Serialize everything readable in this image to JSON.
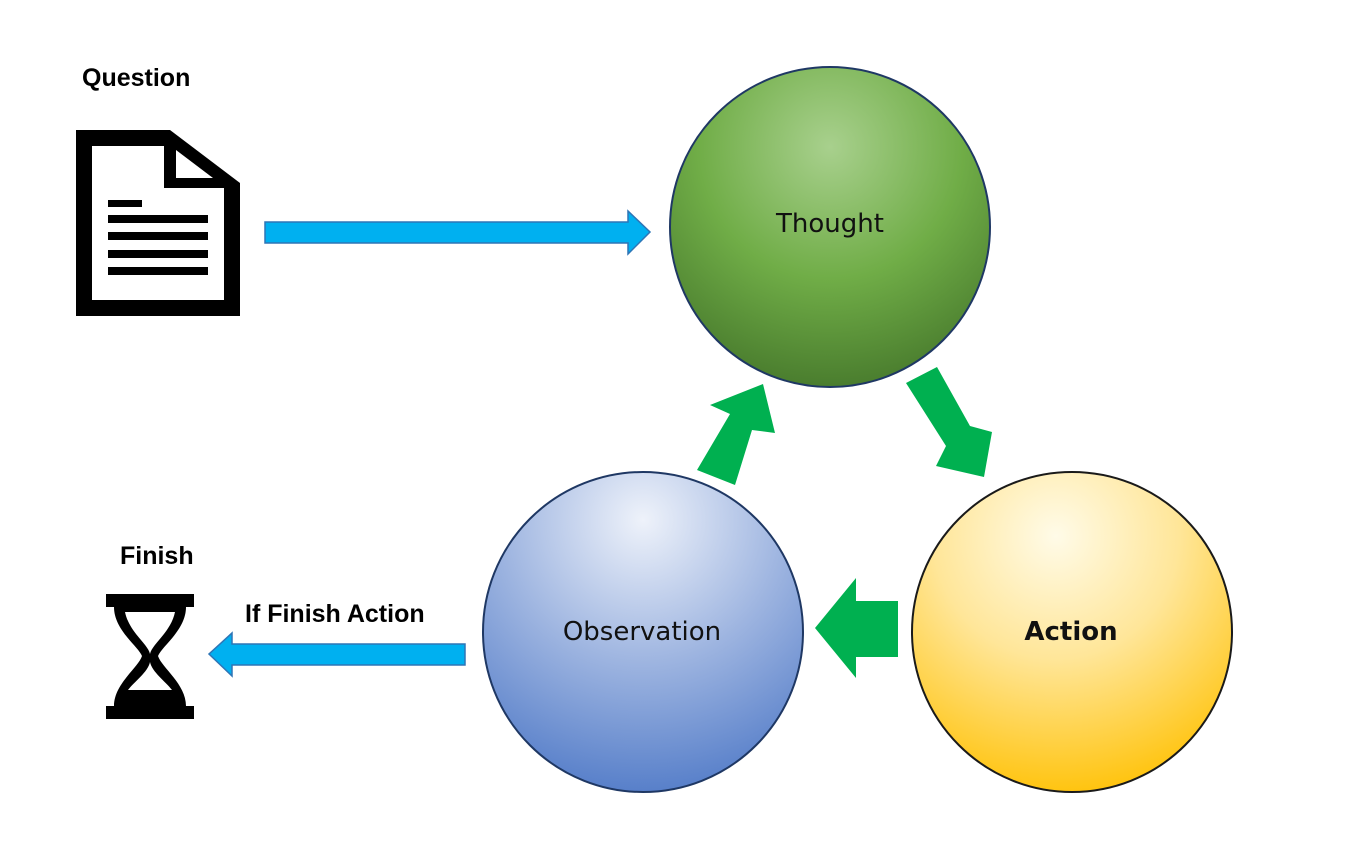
{
  "labels": {
    "question": "Question",
    "finish": "Finish",
    "if_finish_action": "If Finish Action"
  },
  "nodes": {
    "thought": "Thought",
    "action": "Action",
    "observation": "Observation"
  },
  "icons": {
    "question": "document-icon",
    "finish": "hourglass-icon"
  },
  "colors": {
    "thought": "#6aa84f",
    "action": "#ffd966",
    "observation": "#8eaadb",
    "cycle_arrow": "#00b050",
    "flow_arrow": "#00b0f0"
  }
}
